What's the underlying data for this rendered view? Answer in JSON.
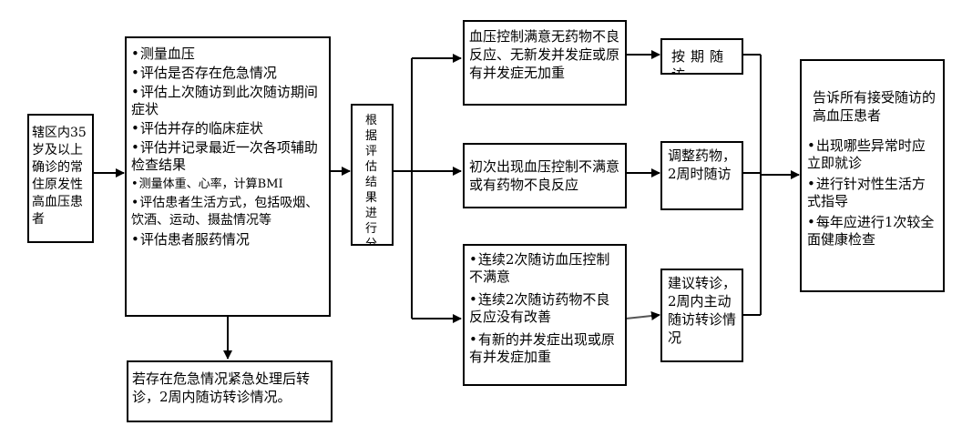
{
  "box1": {
    "text": "辖区内35岁及以上确诊的常住原发性高血压患者"
  },
  "box2": {
    "items": [
      "测量血压",
      "评估是否存在危急情况",
      "评估上次随访到此次随访期间症状",
      "评估并存的临床症状",
      "评估并记录最近一次各项辅助检查结果",
      "测量体重、心率，计算BMI",
      "评估患者生活方式，包括吸烟、饮酒、运动、摄盐情况等",
      "评估患者服药情况"
    ]
  },
  "box_emergency": {
    "text": "若存在危急情况紧急处理后转诊，2周内随访转诊情况。"
  },
  "box_classify": {
    "text": "根据评估结果进行分类干预"
  },
  "box_top": {
    "text": "血压控制满意无药物不良反应、无新发并发症或原有并发症无加重"
  },
  "box_mid": {
    "text": "初次出现血压控制不满意或有药物不良反应"
  },
  "box_bot": {
    "items": [
      "连续2次随访血压控制不满意",
      "连续2次随访药物不良反应没有改善",
      "有新的并发症出现或原有并发症加重"
    ]
  },
  "box_followup": {
    "text": "按期随访"
  },
  "box_adjust": {
    "text": "调整药物，2周时随访"
  },
  "box_referral": {
    "text": "建议转诊，2周内主动随访转诊情况"
  },
  "box_inform": {
    "title": "告诉所有接受随访的高血压患者",
    "items": [
      "出现哪些异常时应立即就诊",
      "进行针对性生活方式指导",
      "每年应进行1次较全面健康检查"
    ]
  }
}
